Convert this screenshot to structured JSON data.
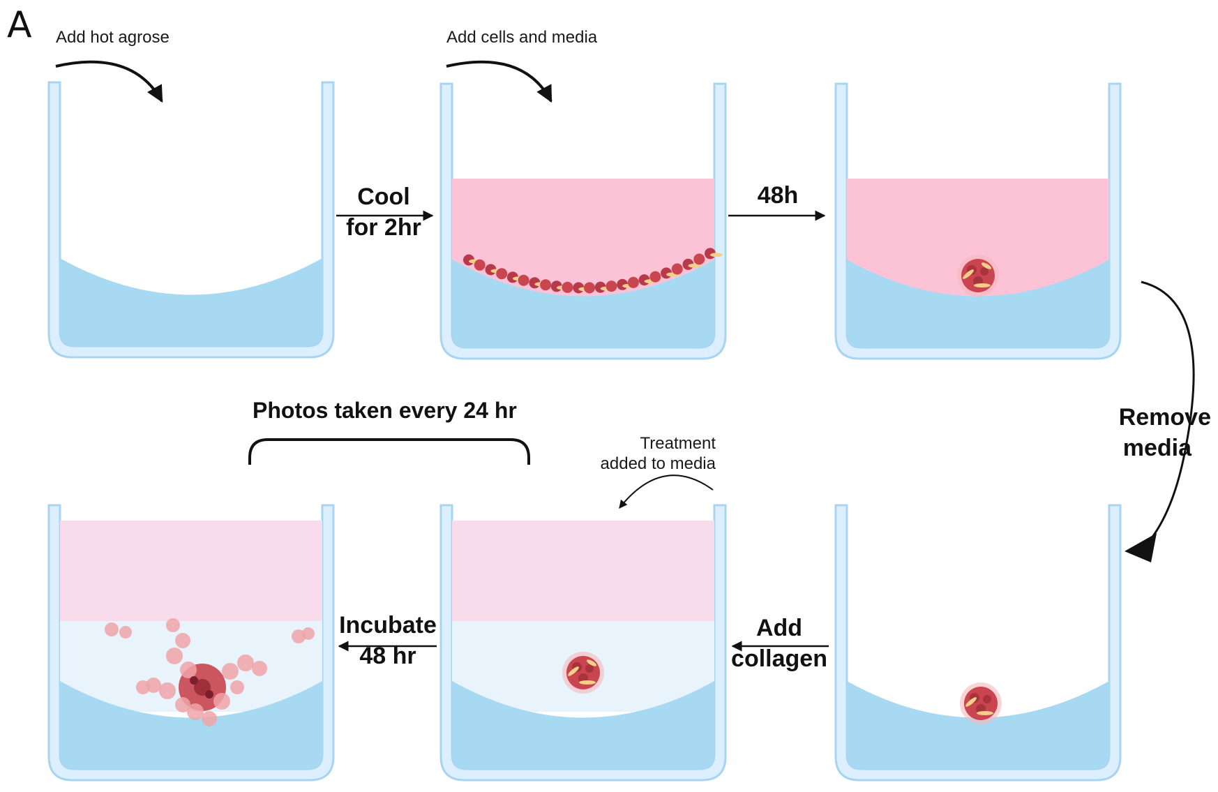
{
  "panel_letter": "A",
  "labels": {
    "add_hot_agarose": "Add hot agrose",
    "add_cells_media": "Add cells and media",
    "cool_line1": "Cool",
    "cool_line2": "for 2hr",
    "h48": "48h",
    "remove_line1": "Remove",
    "remove_line2": "media",
    "add_collagen_line1": "Add",
    "add_collagen_line2": "collagen",
    "treatment_line1": "Treatment",
    "treatment_line2": "added to media",
    "incubate_line1": "Incubate",
    "incubate_line2": "48 hr",
    "photos": "Photos taken every 24 hr"
  },
  "colors": {
    "well_outline": "#a9d4f0",
    "well_wall": "#dcefff",
    "agarose": "#a8d9f2",
    "media": "#fcc3d7",
    "media_light": "#f9dcec",
    "collagen": "#e8f3fb",
    "cell": "#c9454f",
    "cell_light": "#f0a3a8",
    "fibroblast": "#f2d089"
  }
}
